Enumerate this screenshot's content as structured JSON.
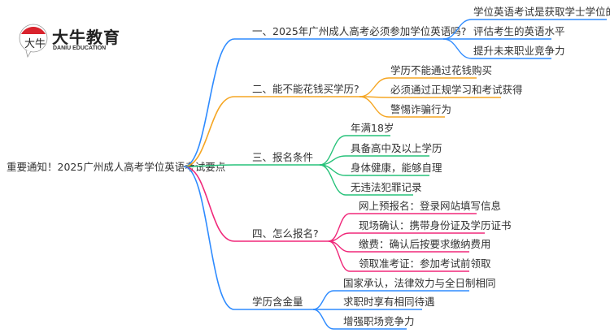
{
  "logo": {
    "title": "大牛教育",
    "subtitle": "DANIU EDUCATION",
    "mark": "大牛"
  },
  "root": "重要通知！2025广州成人高考学位英语考试要点",
  "branches": [
    {
      "label": "一、2025年广州成人高考必须参加学位英语吗?",
      "color": "#2e8bff",
      "children": [
        "学位英语考试是获取学士学位的条件",
        "评估考生的英语水平",
        "提升未来职业竞争力"
      ]
    },
    {
      "label": "二、能不能花钱买学历?",
      "color": "#f5a623",
      "children": [
        "学历不能通过花钱购买",
        "必须通过正规学习和考试获得",
        "警惕诈骗行为"
      ]
    },
    {
      "label": "三、报名条件",
      "color": "#27c27a",
      "children": [
        "年满18岁",
        "具备高中及以上学历",
        "身体健康，能够自理",
        "无违法犯罪记录"
      ]
    },
    {
      "label": "四、怎么报名?",
      "color": "#f0287a",
      "children": [
        "网上预报名：登录网站填写信息",
        "现场确认：携带身份证及学历证书",
        "缴费：确认后按要求缴纳费用",
        "领取准考证：参加考试前领取"
      ]
    },
    {
      "label": "学历含金量",
      "color": "#2e8bff",
      "children": [
        "国家承认，法律效力与全日制相同",
        "求职时享有相同待遇",
        "增强职场竞争力"
      ]
    }
  ]
}
